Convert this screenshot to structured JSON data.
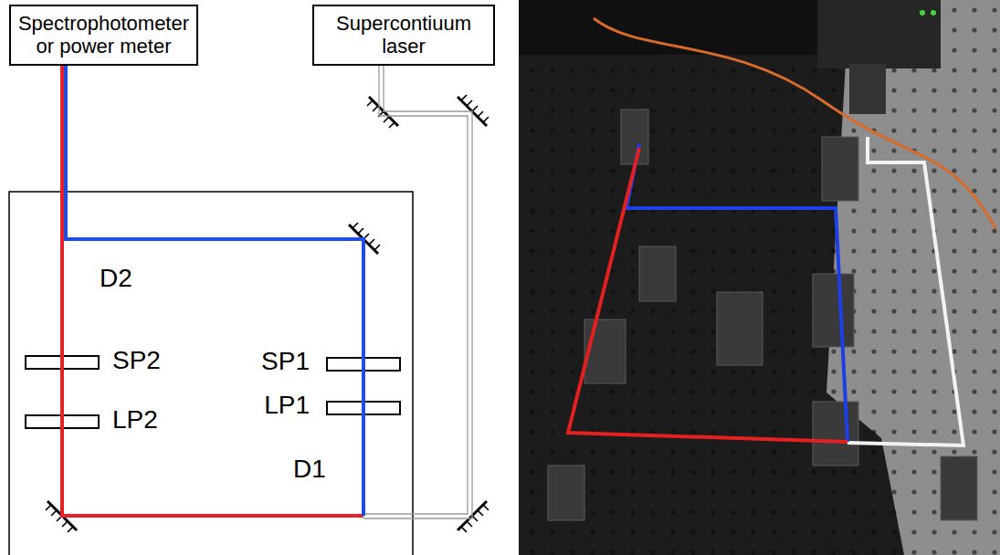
{
  "diagram": {
    "nodes": [
      {
        "text": [
          "Spectrophotometer or power meter"
        ]
      },
      {
        "text": [
          "Supercontiuum laser"
        ]
      }
    ],
    "edges": [
      {
        "from": 1,
        "to": 0,
        "arrow": "none"
      }
    ],
    "labels": [
      "D2",
      "SP2",
      "LP2",
      "SP1",
      "LP1",
      "D1"
    ]
  }
}
